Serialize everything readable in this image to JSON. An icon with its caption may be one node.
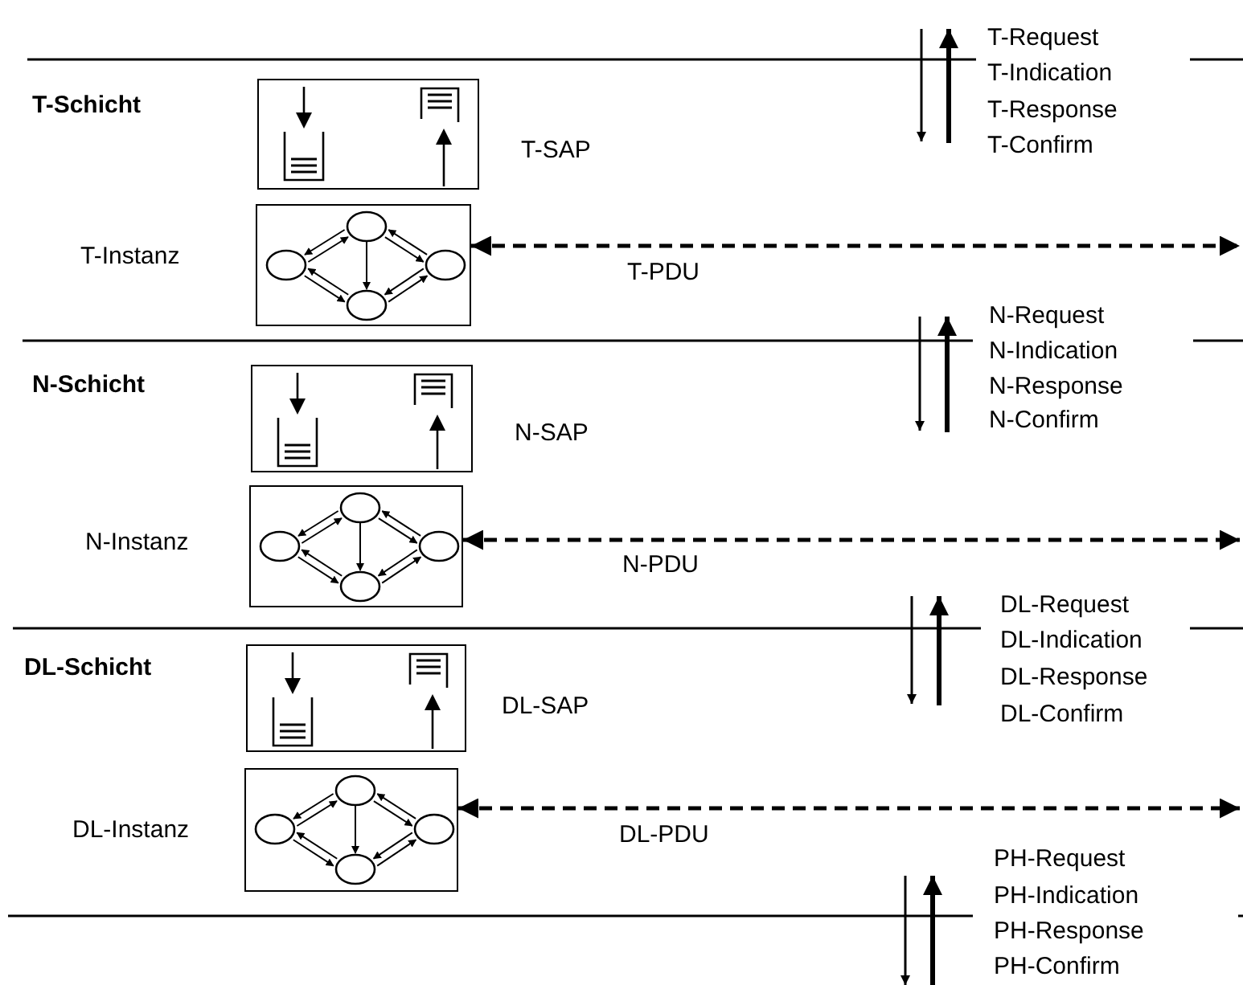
{
  "diagram": {
    "nodes": [
      {
        "text": [],
        "shape": "picture",
        "beside": [
          "T-SAP"
        ]
      },
      {
        "text": [],
        "shape": "picture",
        "beside": [
          "T-Instanz"
        ]
      },
      {
        "text": [],
        "shape": "picture",
        "beside": [
          "N-SAP"
        ]
      },
      {
        "text": [],
        "shape": "picture",
        "beside": [
          "N-Instanz"
        ]
      },
      {
        "text": [],
        "shape": "picture",
        "beside": [
          "DL-SAP"
        ]
      },
      {
        "text": [],
        "shape": "picture",
        "beside": [
          "DL-Instanz"
        ]
      }
    ],
    "edges": [
      {
        "from": 1,
        "to": null,
        "arrow": "both",
        "style": "dashed",
        "label": "T-PDU"
      },
      {
        "from": 3,
        "to": null,
        "arrow": "both",
        "style": "dashed",
        "label": "N-PDU"
      },
      {
        "from": 5,
        "to": null,
        "arrow": "both",
        "style": "dashed",
        "label": "DL-PDU"
      }
    ],
    "labels": [
      "T-Request",
      "T-Indication",
      "T-Response",
      "T-Confirm",
      "T-Schicht",
      "N-Request",
      "N-Indication",
      "N-Response",
      "N-Confirm",
      "N-Schicht",
      "DL-Request",
      "DL-Indication",
      "DL-Response",
      "DL-Confirm",
      "DL-Schicht",
      "PH-Request",
      "PH-Indication",
      "PH-Response",
      "PH-Confirm"
    ]
  }
}
